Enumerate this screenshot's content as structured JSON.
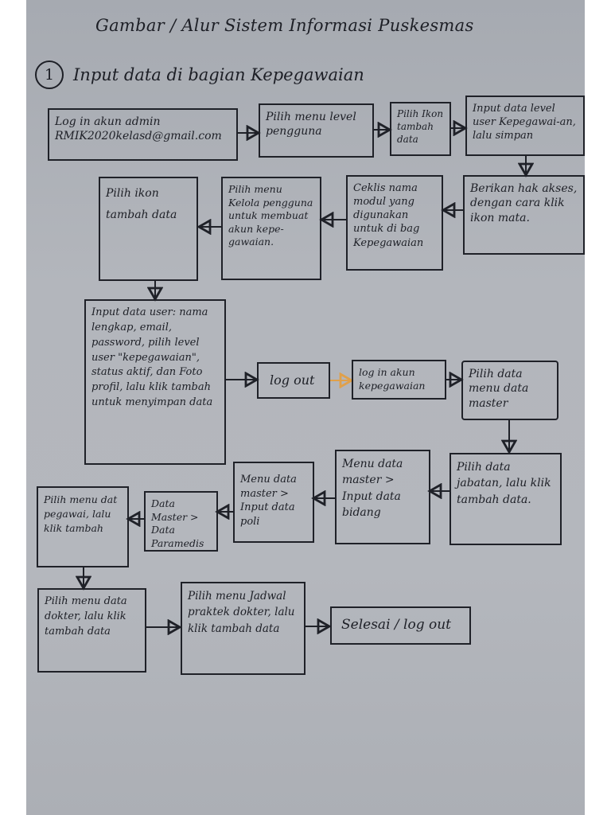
{
  "title": "Gambar / Alur Sistem Informasi Puskesmas",
  "section": {
    "number": "1",
    "label": "Input data di bagian Kepegawaian"
  },
  "colors": {
    "paper": "#b3b6bc",
    "ink": "#1d1f26",
    "highlight_arrow": "#e0a04a"
  },
  "steps": [
    {
      "id": "s1",
      "text": "Log in akun admin RMIK2020kelasd@gmail.com"
    },
    {
      "id": "s2",
      "text": "Pilih menu level pengguna"
    },
    {
      "id": "s3",
      "text": "Pilih Ikon tambah data"
    },
    {
      "id": "s4",
      "text": "Input data level user Kepegawai-an, lalu simpan"
    },
    {
      "id": "s5",
      "text": "Berikan hak akses, dengan cara klik ikon mata."
    },
    {
      "id": "s6",
      "text": "Ceklis nama modul yang digunakan untuk di bag Kepegawaian"
    },
    {
      "id": "s7",
      "text": "Pilih menu Kelola pengguna untuk membuat akun kepe-gawaian."
    },
    {
      "id": "s8",
      "text": "Pilih ikon tambah data"
    },
    {
      "id": "s9",
      "text": "Input data user: nama lengkap, email, password, pilih level user \"kepegawaian\", status aktif, dan Foto profil, lalu klik tambah untuk menyimpan data"
    },
    {
      "id": "s10",
      "text": "log out"
    },
    {
      "id": "s11",
      "text": "log in akun kepegawaian"
    },
    {
      "id": "s12",
      "text": "Pilih data menu data master"
    },
    {
      "id": "s13",
      "text": "Pilih data jabatan, lalu klik tambah data."
    },
    {
      "id": "s14",
      "text": "Menu data master > Input data bidang"
    },
    {
      "id": "s15",
      "text": "Menu data master > Input data poli"
    },
    {
      "id": "s16",
      "text": "Data Master > Data Paramedis"
    },
    {
      "id": "s17",
      "text": "Pilih menu dat pegawai, lalu klik tambah"
    },
    {
      "id": "s18",
      "text": "Pilih menu data dokter, lalu klik tambah data"
    },
    {
      "id": "s19",
      "text": "Pilih menu Jadwal praktek dokter, lalu klik tambah data"
    },
    {
      "id": "s20",
      "text": "Selesai / log out"
    }
  ],
  "flow": [
    [
      "s1",
      "s2"
    ],
    [
      "s2",
      "s3"
    ],
    [
      "s3",
      "s4"
    ],
    [
      "s4",
      "s5"
    ],
    [
      "s5",
      "s6"
    ],
    [
      "s6",
      "s7"
    ],
    [
      "s7",
      "s8"
    ],
    [
      "s8",
      "s9"
    ],
    [
      "s9",
      "s10"
    ],
    [
      "s10",
      "s11"
    ],
    [
      "s11",
      "s12"
    ],
    [
      "s12",
      "s13"
    ],
    [
      "s13",
      "s14"
    ],
    [
      "s14",
      "s15"
    ],
    [
      "s15",
      "s16"
    ],
    [
      "s16",
      "s17"
    ],
    [
      "s17",
      "s18"
    ],
    [
      "s18",
      "s19"
    ],
    [
      "s19",
      "s20"
    ]
  ]
}
